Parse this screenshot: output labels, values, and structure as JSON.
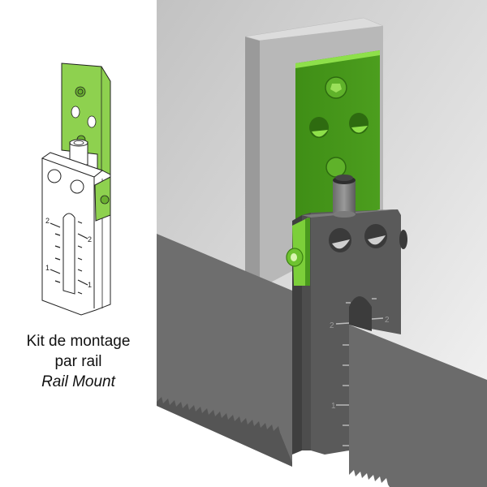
{
  "caption": {
    "line1": "Kit de montage",
    "line2": "par rail",
    "line3_italic": "Rail Mount"
  },
  "sketch": {
    "scale_labels_left": [
      "2",
      "1"
    ],
    "scale_labels_right": [
      "2",
      "1"
    ]
  },
  "render": {
    "scale_labels_left": [
      "2",
      "1"
    ],
    "scale_labels_right": [
      "2"
    ]
  },
  "colors": {
    "bracket_green": "#4a9a1e",
    "bracket_green_light": "#7ccf3a",
    "bracket_green_sketch": "#8ed14f",
    "rail_gray": "#6b6b6b",
    "block_dark": "#5a5a5a",
    "backplate_gray": "#bdbdbd",
    "wall_gradient_top": "#c8c8c8",
    "wall_gradient_bottom": "#f4f4f4"
  }
}
